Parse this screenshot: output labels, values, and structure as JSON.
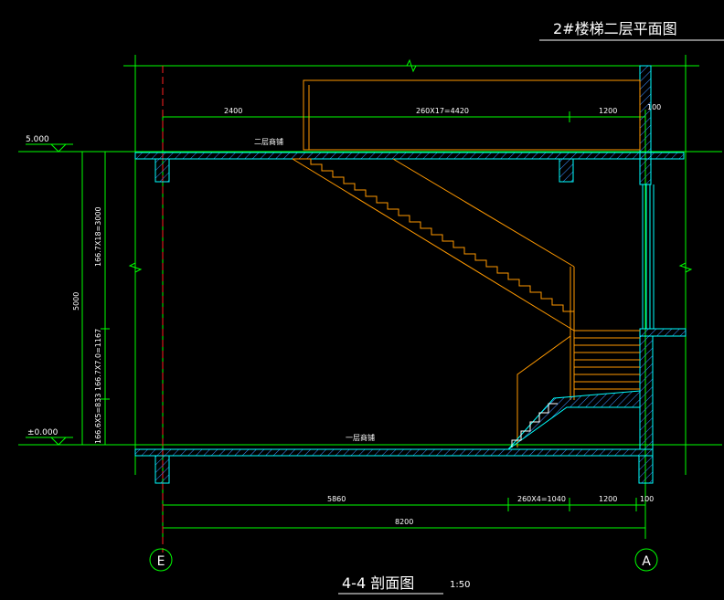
{
  "drawing": {
    "header_title": "2#楼梯二层平面图",
    "section_title": "4-4 剖面图",
    "scale": "1:50"
  },
  "levels": {
    "upper": "5.000",
    "ground": "±0.000"
  },
  "floor_labels": {
    "second": "二层商铺",
    "first": "一层商铺"
  },
  "dims_top": {
    "left": "2400",
    "mid": "260X17=4420",
    "right": "1200",
    "wall": "100"
  },
  "dims_bottom": {
    "left": "5860",
    "mid": "260X4=1040",
    "right": "1200",
    "wall": "100",
    "total": "8200"
  },
  "dims_vertical": {
    "total": "5000",
    "upper_flight": "166.7X18=3000",
    "mid_flight": "166.7X7.0=1167",
    "lower_flight": "166.6X5=833"
  },
  "axes": {
    "left": "E",
    "right": "A"
  },
  "colors": {
    "green": "#00ff00",
    "cyan": "#00ffff",
    "orange": "#ff9900",
    "blue_hatch": "#3a8cff",
    "red_axis": "#ff2020",
    "white": "#ffffff"
  }
}
